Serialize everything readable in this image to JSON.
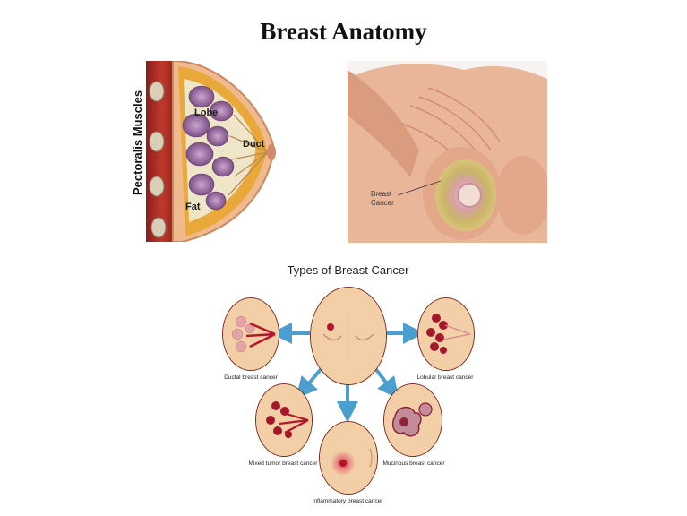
{
  "title": "Breast Anatomy",
  "sagittal": {
    "muscle_label": "Pectoralis Muscles",
    "labels": {
      "lobe": "Lobe",
      "duct": "Duct",
      "fat": "Fat"
    }
  },
  "torso": {
    "cancer_label_line1": "Breast",
    "cancer_label_line2": "Cancer"
  },
  "types": {
    "title": "Types of Breast Cancer",
    "captions": {
      "ductal": "Ductal breast cancer",
      "lobular": "Lobular breast cancer",
      "mixed": "Mixed tumor breast cancer",
      "inflammatory": "Inflammatory breast cancer",
      "mucinous": "Mucinous breast cancer"
    }
  },
  "colors": {
    "arrow": "#4a9fcf",
    "tumor": "#b3152a",
    "skin": "#f3cfa8",
    "fat": "#e8a93a"
  }
}
